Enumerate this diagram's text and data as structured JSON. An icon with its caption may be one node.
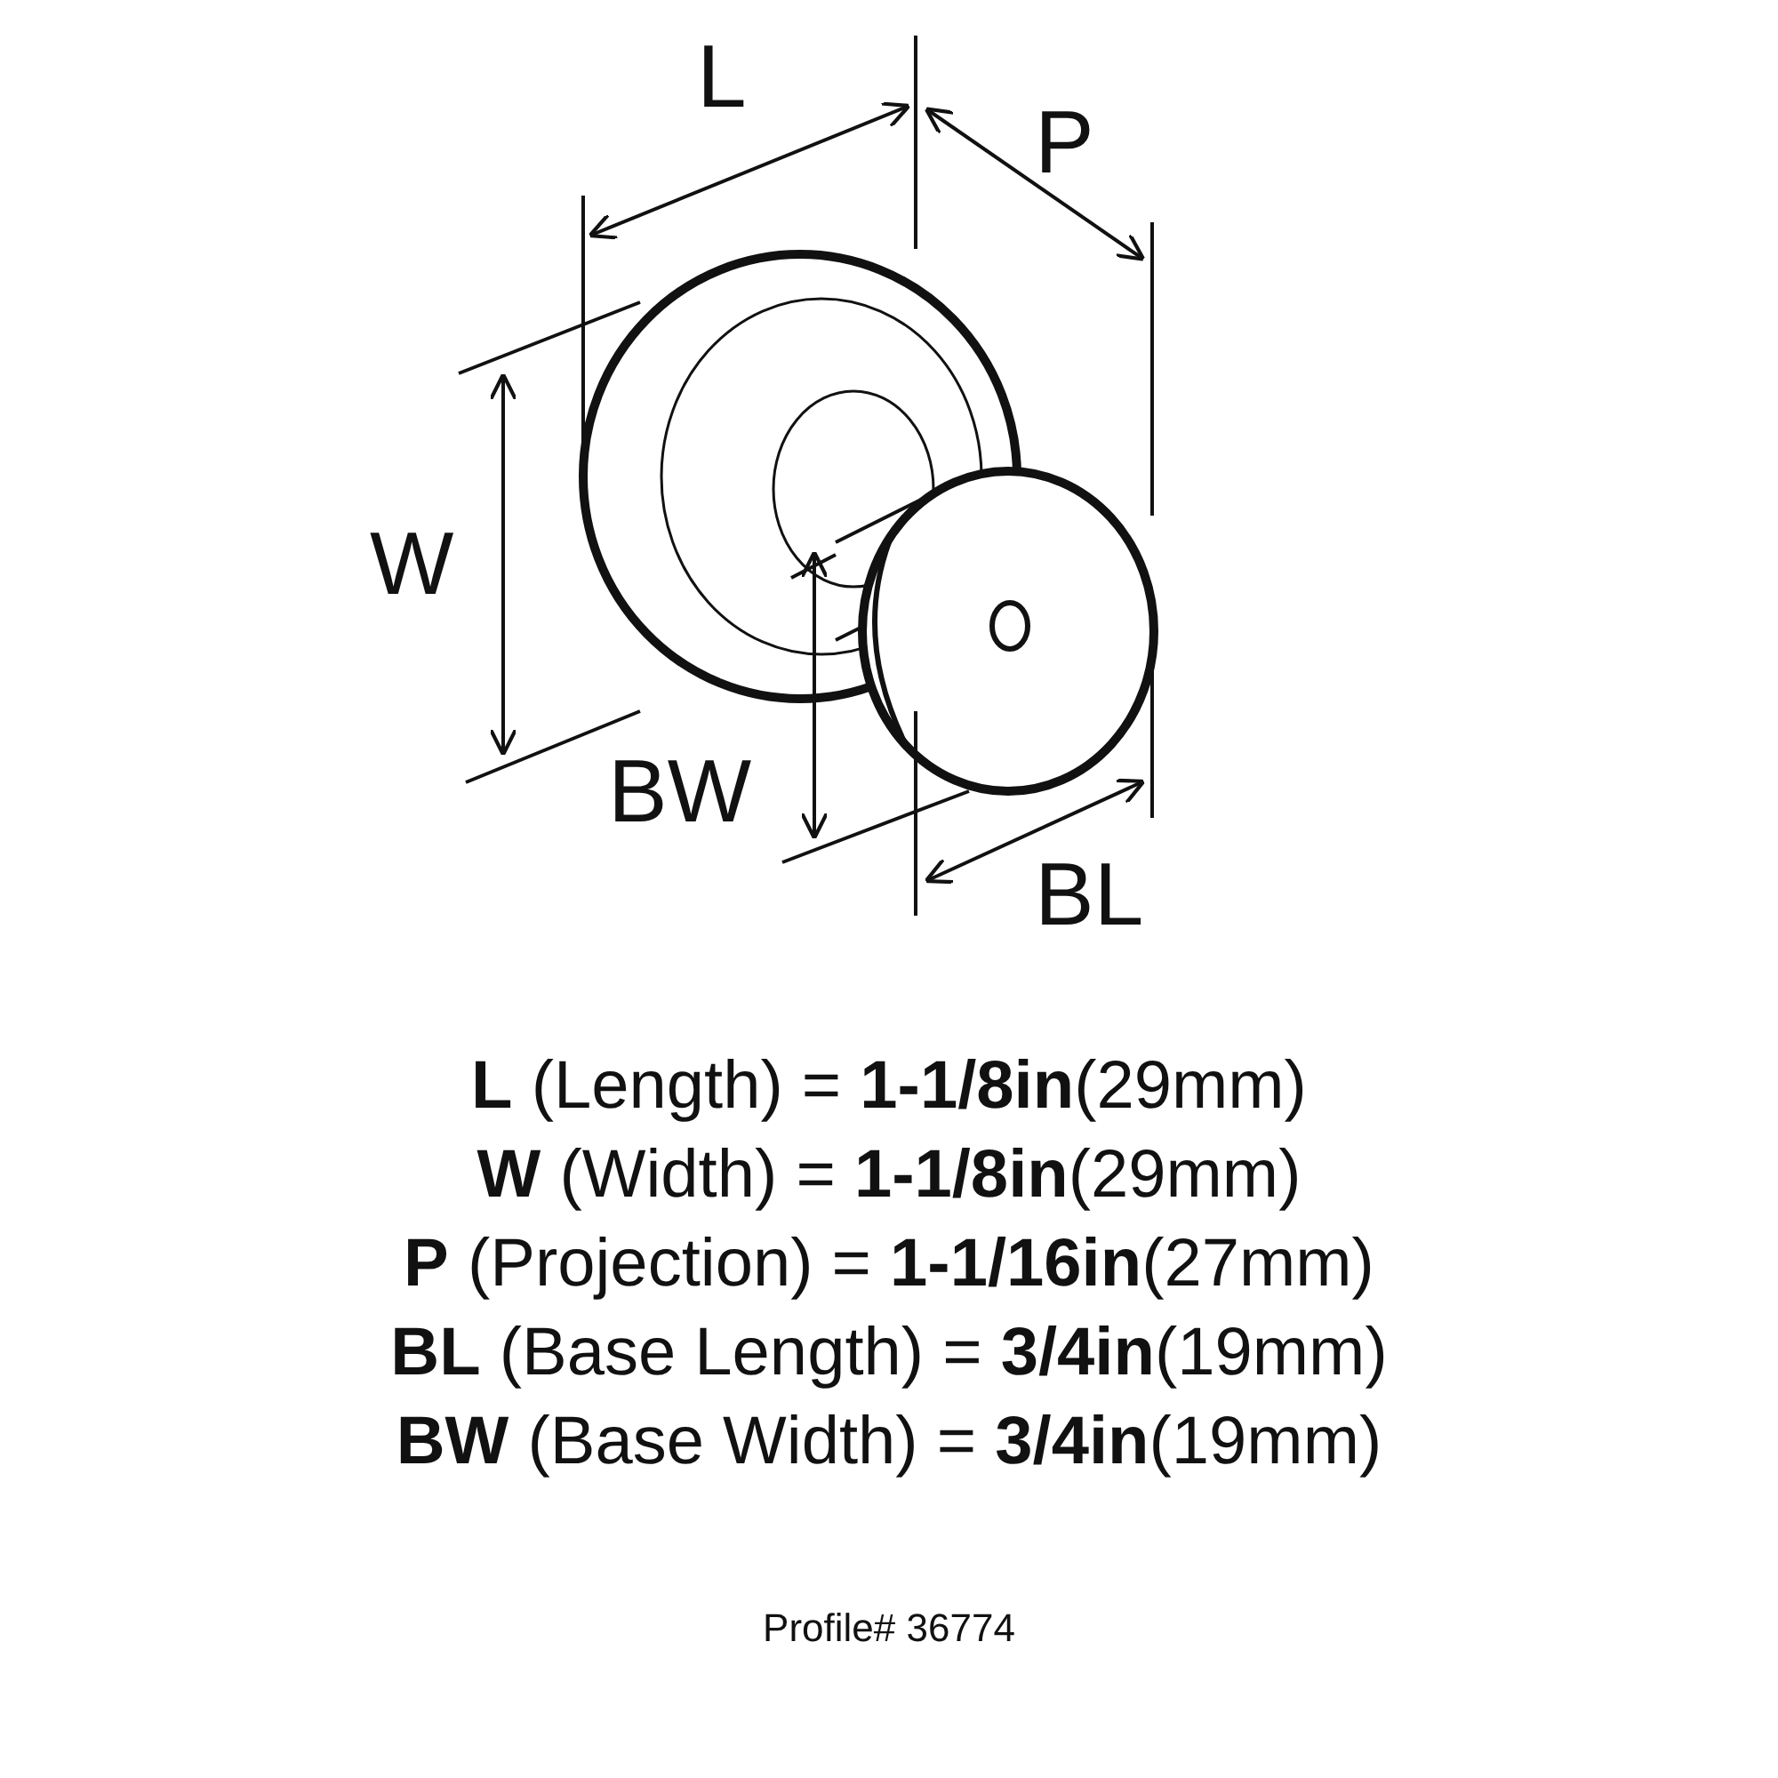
{
  "diagram": {
    "labels": [
      "L",
      "P",
      "W",
      "BW",
      "BL",
      "**L** (Length) = **1-1/8in**(29mm)",
      "**W** (Width) = **1-1/8in**(29mm)",
      "**P** (Projection) = **1-1/16in**(27mm)",
      "**BL** (Base Length) = **3/4in**(19mm)",
      "**BW** (Base Width) = **3/4in**(19mm)",
      "Profile# 36774"
    ]
  }
}
